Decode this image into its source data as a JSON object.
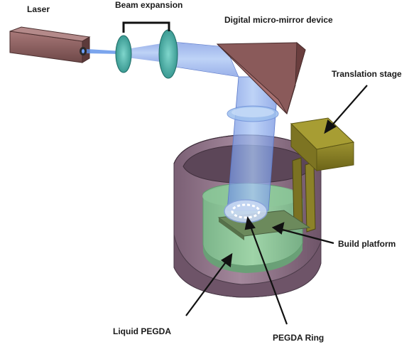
{
  "labels": {
    "laser": "Laser",
    "beam_expansion": "Beam expansion",
    "dmd": "Digital micro-mirror device",
    "translation_stage": "Translation stage",
    "build_platform": "Build platform",
    "liquid_pegda": "Liquid PEGDA",
    "pegda_ring": "PEGDA Ring"
  }
}
